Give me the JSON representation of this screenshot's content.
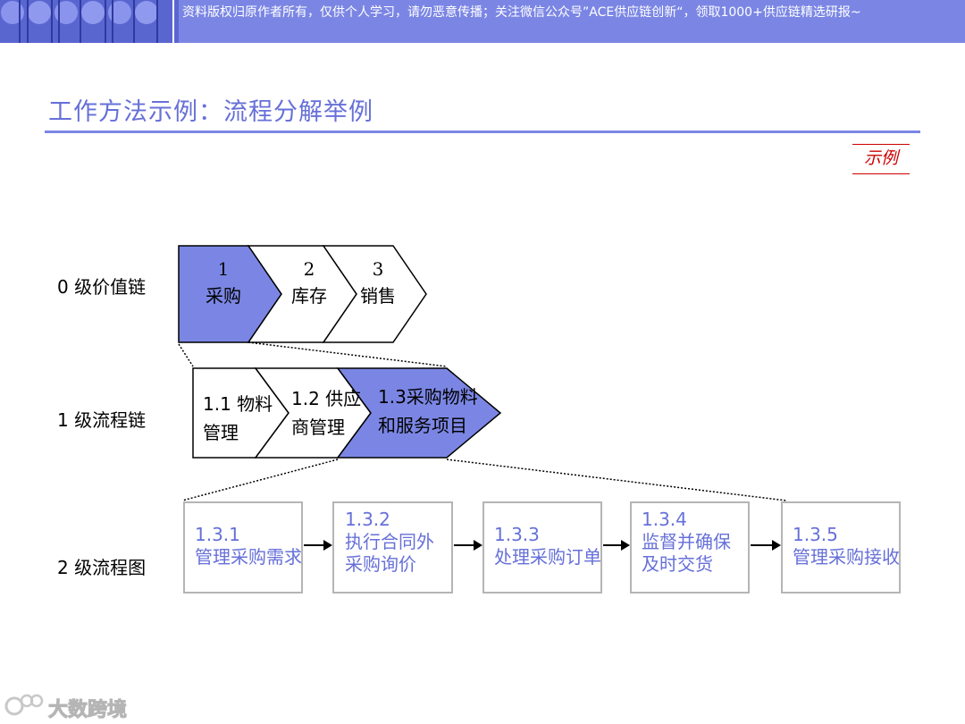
{
  "banner": {
    "notice": "资料版权归原作者所有，仅供个人学习，请勿恶意传播；关注微信公众号”ACE供应链创新“，领取1000+供应链精选研报~"
  },
  "page": {
    "title": "工作方法示例：流程分解举例",
    "badge": "示例"
  },
  "levels": [
    {
      "label": "0  级价值链"
    },
    {
      "label": "1  级流程链"
    },
    {
      "label": "2  级流程图"
    }
  ],
  "level0": [
    {
      "num": "1",
      "name": "采购",
      "highlighted": true
    },
    {
      "num": "2",
      "name": "库存",
      "highlighted": false
    },
    {
      "num": "3",
      "name": "销售",
      "highlighted": false
    }
  ],
  "level1": [
    {
      "line1": "1.1 物料",
      "line2": "管理",
      "highlighted": false
    },
    {
      "line1": "1.2 供应",
      "line2": "商管理",
      "highlighted": false
    },
    {
      "line1": "1.3采购物料",
      "line2": "和服务项目",
      "highlighted": true
    }
  ],
  "level2": [
    {
      "num": "1.3.1",
      "line1": "管理采购需求",
      "line2": ""
    },
    {
      "num": "1.3.2",
      "line1": "执行合同外",
      "line2": "采购询价"
    },
    {
      "num": "1.3.3",
      "line1": "处理采购订单",
      "line2": ""
    },
    {
      "num": "1.3.4",
      "line1": "监督并确保",
      "line2": "及时交货"
    },
    {
      "num": "1.3.5",
      "line1": "管理采购接收",
      "line2": ""
    }
  ],
  "watermark": {
    "text": "大数跨境",
    "icon": "logo-icon"
  },
  "colors": {
    "accent": "#7b86e4",
    "highlight": "#7b86e4",
    "text_blue": "#6670d8",
    "badge_red": "#cc0000"
  }
}
